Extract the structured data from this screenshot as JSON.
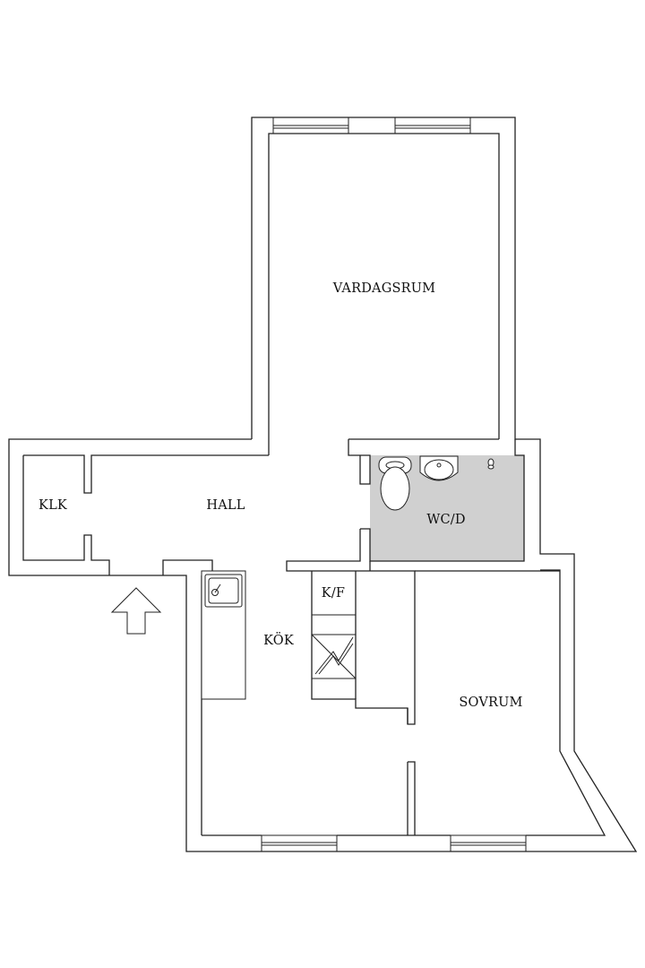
{
  "rooms": {
    "vardagsrum": "VARDAGSRUM",
    "hall": "HALL",
    "klk": "KLK",
    "wc_d": "WC/D",
    "kok": "KÖK",
    "kf": "K/F",
    "sovrum": "SOVRUM"
  },
  "colors": {
    "wall": "#222222",
    "wc_floor": "#d0d0d0",
    "background": "#ffffff"
  },
  "icons": [
    "entrance-arrow-icon",
    "sink-icon",
    "toilet-icon",
    "washbasin-icon",
    "tap-icon",
    "window-icon"
  ]
}
